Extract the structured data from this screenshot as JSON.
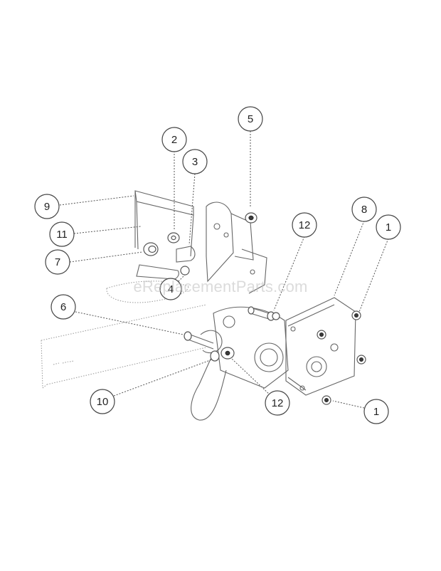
{
  "watermark": "eReplacementParts.com",
  "callouts": [
    {
      "id": "c9",
      "label": "9"
    },
    {
      "id": "c11",
      "label": "11"
    },
    {
      "id": "c7",
      "label": "7"
    },
    {
      "id": "c2",
      "label": "2"
    },
    {
      "id": "c3",
      "label": "3"
    },
    {
      "id": "c4",
      "label": "4"
    },
    {
      "id": "c5",
      "label": "5"
    },
    {
      "id": "c12a",
      "label": "12"
    },
    {
      "id": "c8",
      "label": "8"
    },
    {
      "id": "c1a",
      "label": "1"
    },
    {
      "id": "c6",
      "label": "6"
    },
    {
      "id": "c10",
      "label": "10"
    },
    {
      "id": "c12b",
      "label": "12"
    },
    {
      "id": "c1b",
      "label": "1"
    }
  ]
}
